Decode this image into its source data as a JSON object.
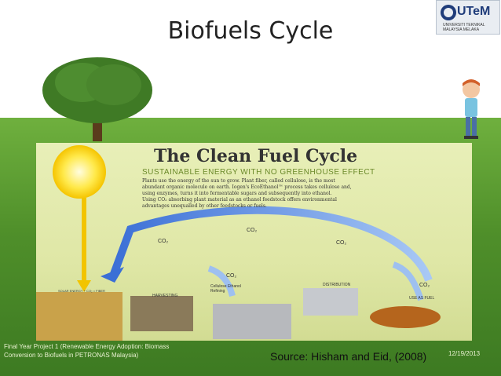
{
  "slide": {
    "title": "Biofuels Cycle",
    "logo_text": "UTeM",
    "logo_subtext": "UNIVERSITI TEKNIKAL MALAYSIA MELAKA",
    "footer_project": "Final Year Project 1 (Renewable Energy Adoption: Biomass Conversion to Biofuels in PETRONAS Malaysia)",
    "footer_source": "Source: Hisham and  Eid, (2008)",
    "footer_date": "12/19/2013"
  },
  "figure": {
    "heading": "The Clean Fuel Cycle",
    "subheading": "SUSTAINABLE ENERGY WITH NO GREENHOUSE EFFECT",
    "body_lines": [
      "Plants use the energy of the sun to grow. Plant fiber, called cellulose, is the most",
      "abundant organic molecule on earth. Iogen's EcoEthanol™ process takes cellulose and,",
      "using enzymes, turns it into fermentable sugars and subsequently into ethanol.",
      "Using CO₂ absorbing plant material as an ethanol feedstock offers environmental",
      "advantages unequalled by other feedstocks or fuels."
    ],
    "co2_labels": [
      "CO₂",
      "CO₂",
      "CO₂",
      "CO₂",
      "CO₂"
    ],
    "stage_solar": "SOLAR ENERGY + CO₂ = FIBER",
    "stage_harvesting": "HARVESTING",
    "stage_refining": "Cellulose Ethanol Refining",
    "stage_distribution": "DISTRIBUTION",
    "stage_use": "USE AS FUEL"
  }
}
